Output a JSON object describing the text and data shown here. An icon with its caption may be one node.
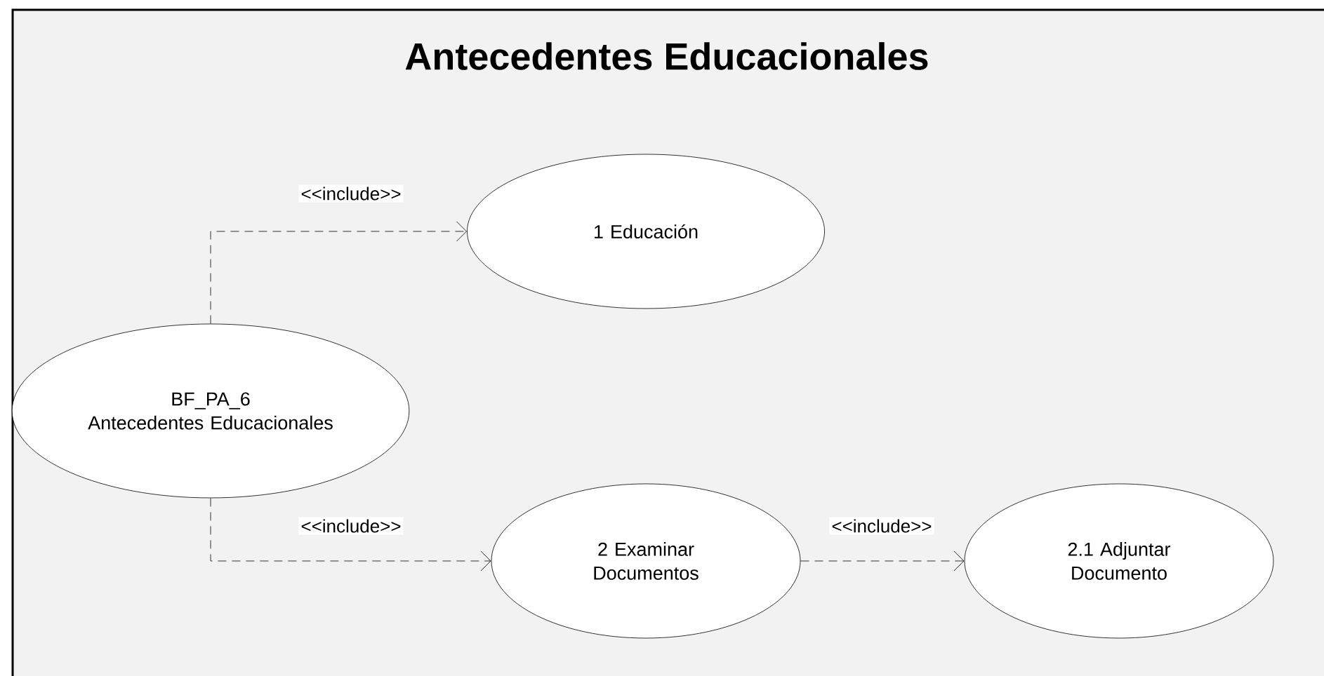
{
  "diagram": {
    "title": "Antecedentes Educacionales",
    "nodes": [
      {
        "text": [
          "BF_PA_6",
          "Antecedentes Educacionales"
        ]
      },
      {
        "text": [
          "1 Educación"
        ]
      },
      {
        "text": [
          "2 Examinar Documentos"
        ]
      },
      {
        "text": [
          "2.1 Adjuntar Documento"
        ]
      }
    ],
    "edges": [
      {
        "from": 0,
        "to": 1,
        "arrow": "to",
        "label": "<<include>>",
        "style": "dashed"
      },
      {
        "from": 0,
        "to": 2,
        "arrow": "to",
        "label": "<<include>>",
        "style": "dashed"
      },
      {
        "from": 2,
        "to": 3,
        "arrow": "to",
        "label": "<<include>>",
        "style": "dashed"
      }
    ]
  }
}
